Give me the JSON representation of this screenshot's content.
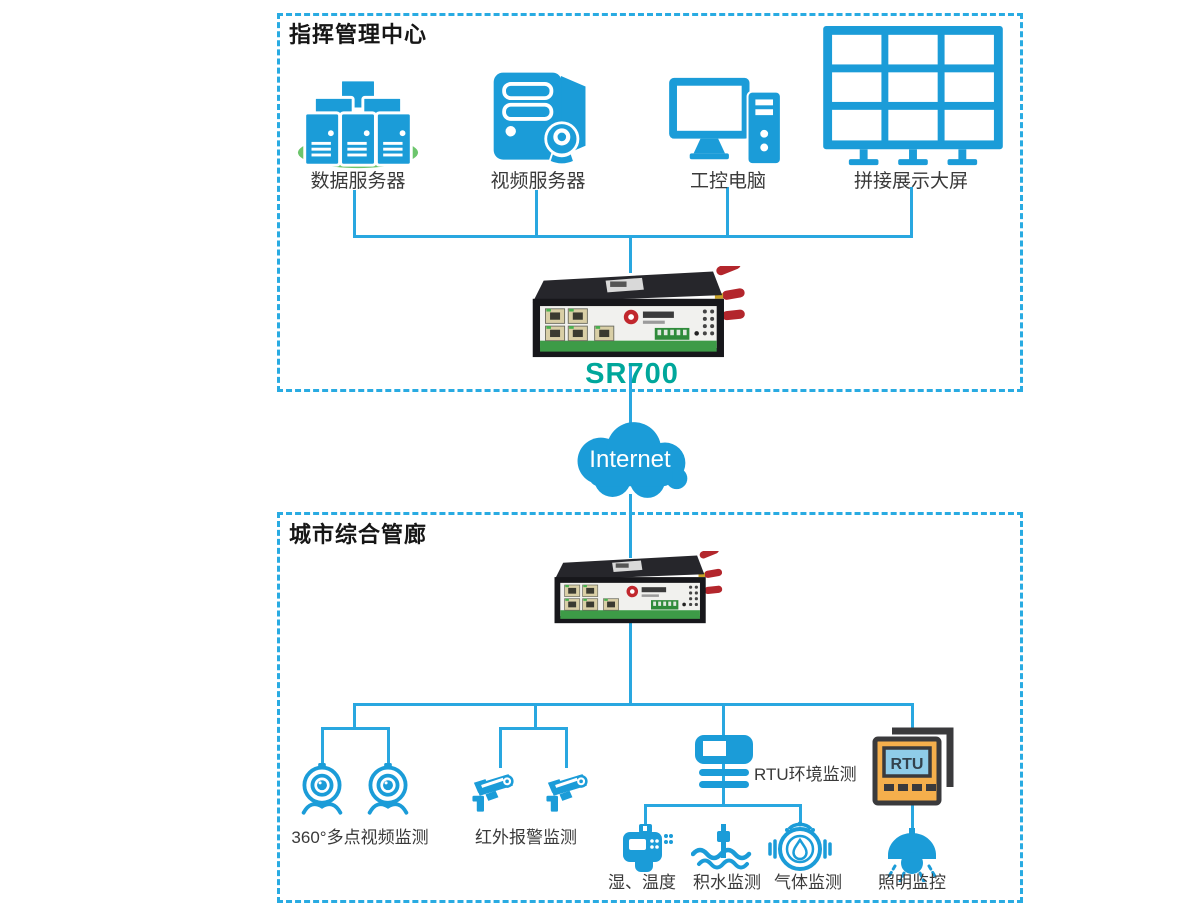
{
  "colors": {
    "icon_blue": "#1B9CD8",
    "connector_blue": "#29A7E0",
    "dashed_border_blue": "#29ABE2",
    "server_base_green": "#6CC56C",
    "router_model_teal": "#00A79B",
    "rtu_panel_orange": "#F5AF4C",
    "rtu_screen_blue": "#8FCCE8",
    "antenna_red": "#B3262C",
    "label_text": "#3A3A3A"
  },
  "command_center": {
    "title": "指挥管理中心",
    "devices": [
      {
        "label": "数据服务器",
        "icon": "data-servers-icon"
      },
      {
        "label": "视频服务器",
        "icon": "video-server-icon"
      },
      {
        "label": "工控电脑",
        "icon": "industrial-pc-icon"
      },
      {
        "label": "拼接展示大屏",
        "icon": "video-wall-icon"
      }
    ]
  },
  "wan_router": {
    "model_label": "SR700"
  },
  "internet": {
    "label": "Internet"
  },
  "tunnel": {
    "title": "城市综合管廊",
    "monitors": [
      {
        "label": "360°多点视频监测",
        "icon": "webcam-icon"
      },
      {
        "label": "红外报警监测",
        "icon": "cctv-camera-icon"
      },
      {
        "label": "RTU环境监测",
        "icon": "rtu-card-icon"
      },
      {
        "label": "照明监控",
        "icon": "lamp-icon"
      }
    ],
    "rtu_sensors": [
      {
        "label": "湿、温度",
        "icon": "humidity-temp-sensor-icon"
      },
      {
        "label": "积水监测",
        "icon": "water-level-probe-icon"
      },
      {
        "label": "气体监测",
        "icon": "gas-detector-icon"
      }
    ],
    "rtu_panel": {
      "screen_label": "RTU"
    }
  }
}
